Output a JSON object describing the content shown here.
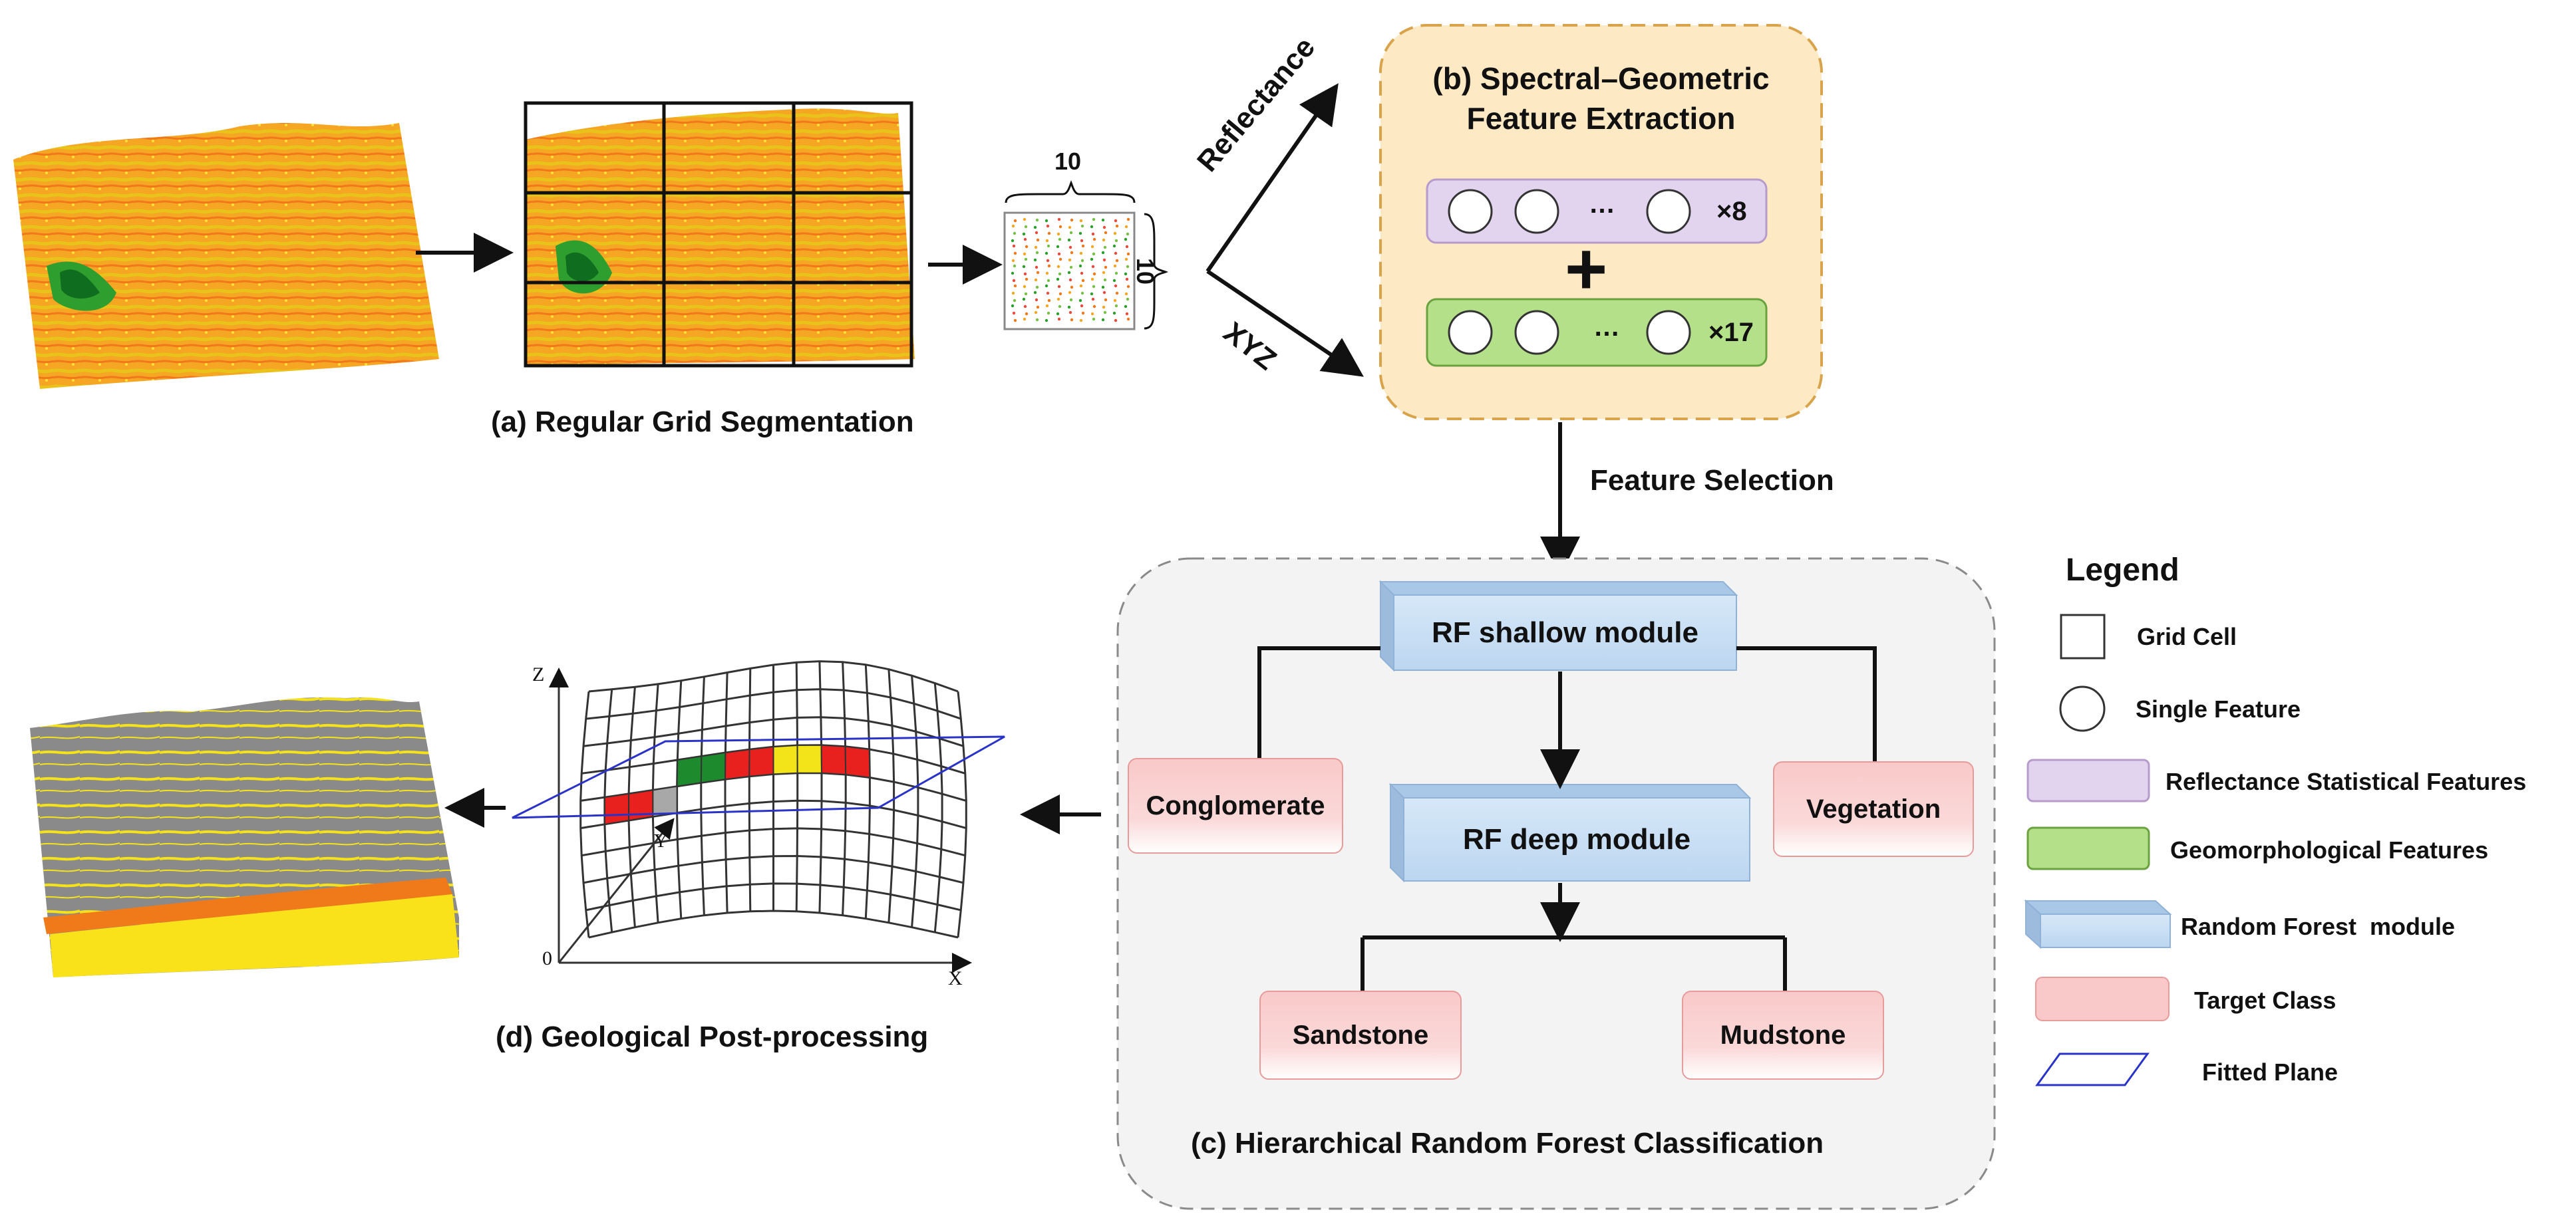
{
  "captions": {
    "a": "(a) Regular Grid Segmentation",
    "b_line1": "(b) Spectral–Geometric",
    "b_line2": "Feature Extraction",
    "c": "(c) Hierarchical Random Forest Classification",
    "d": "(d) Geological Post-processing"
  },
  "labels": {
    "dim_top": "10",
    "dim_side": "10",
    "reflectance": "Reflectance",
    "xyz": "XYZ",
    "feature_selection": "Feature Selection",
    "reflectance_count": "×8",
    "geometric_count": "×17",
    "ellipsis": "…",
    "plus": "+"
  },
  "modules": {
    "shallow": "RF shallow module",
    "deep": "RF deep module"
  },
  "classes": {
    "conglomerate": "Conglomerate",
    "vegetation": "Vegetation",
    "sandstone": "Sandstone",
    "mudstone": "Mudstone"
  },
  "axes": {
    "z": "Z",
    "y": "Y",
    "x": "X",
    "origin": "0"
  },
  "legend": {
    "title": "Legend",
    "items": [
      "Grid Cell",
      "Single Feature",
      "Reflectance Statistical Features",
      "Geomorphological Features",
      "Random Forest  module",
      "Target Class",
      "Fitted Plane"
    ]
  },
  "colors": {
    "reflectance_bar": "#e2d4ee",
    "geometric_bar": "#b5e08a",
    "module_fill": "#cfe3f6",
    "target_fill": "#f9c9c9",
    "panel_b_fill": "#fde9c4",
    "panel_c_fill": "#f3f3f3",
    "plane": "#2a33c8"
  }
}
